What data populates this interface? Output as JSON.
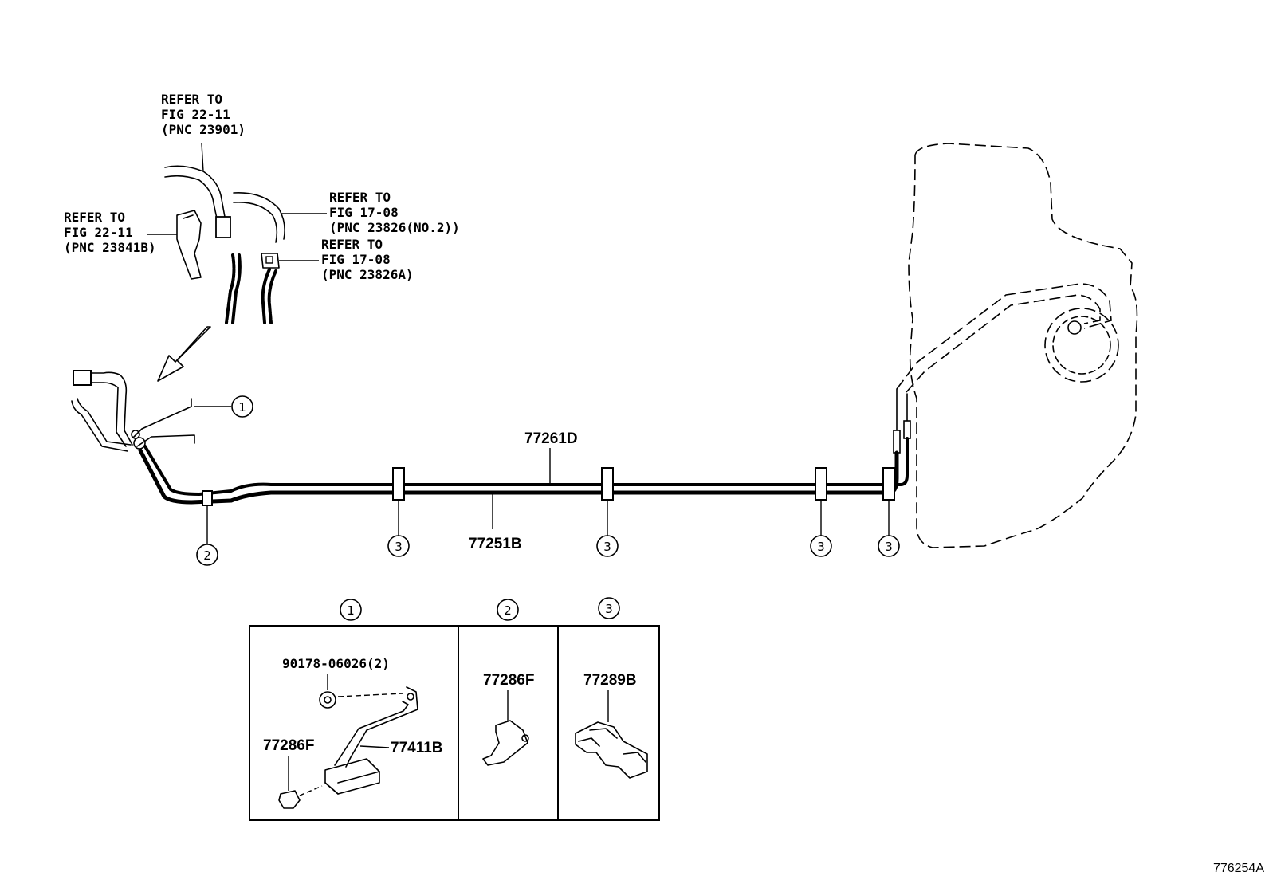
{
  "references": [
    {
      "line1": "REFER TO",
      "line2": "FIG 22-11",
      "line3": "(PNC 23901)"
    },
    {
      "line1": "REFER TO",
      "line2": "FIG 22-11",
      "line3": "(PNC 23841B)"
    },
    {
      "line1": "REFER TO",
      "line2": "FIG 17-08",
      "line3": "(PNC 23826(NO.2))"
    },
    {
      "line1": "REFER TO",
      "line2": "FIG 17-08",
      "line3": "(PNC 23826A)"
    }
  ],
  "part_numbers": {
    "upper_tube": "77261D",
    "lower_tube": "77251B",
    "bolt": "90178-06026(2)",
    "clamp_detail1": "77286F",
    "bracket": "77411B",
    "clamp_detail2": "77286F",
    "clamp_detail3": "77289B"
  },
  "callouts": {
    "c1": "1",
    "c2": "2",
    "c3": "3"
  },
  "figure_id": "776254A"
}
